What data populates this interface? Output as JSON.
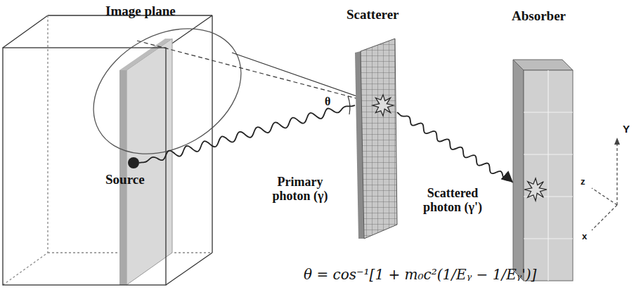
{
  "diagram": {
    "nodes": [
      {
        "text": [
          "Source"
        ]
      },
      {
        "text": [
          "Scatterer"
        ]
      },
      {
        "text": [
          "Absorber"
        ]
      }
    ],
    "edges": [
      {
        "from": 0,
        "to": 1,
        "label": "Primary photon (γ)",
        "arrow": "none"
      },
      {
        "from": 1,
        "to": 2,
        "label": "Scattered photon (γ')",
        "arrow": "to"
      }
    ],
    "labels": [
      "Image plane",
      "θ",
      "Y",
      "z",
      "x",
      "θ = cos⁻¹[1 + m₀c²(1/Eᵧ − 1/Eᵧ')]"
    ]
  }
}
